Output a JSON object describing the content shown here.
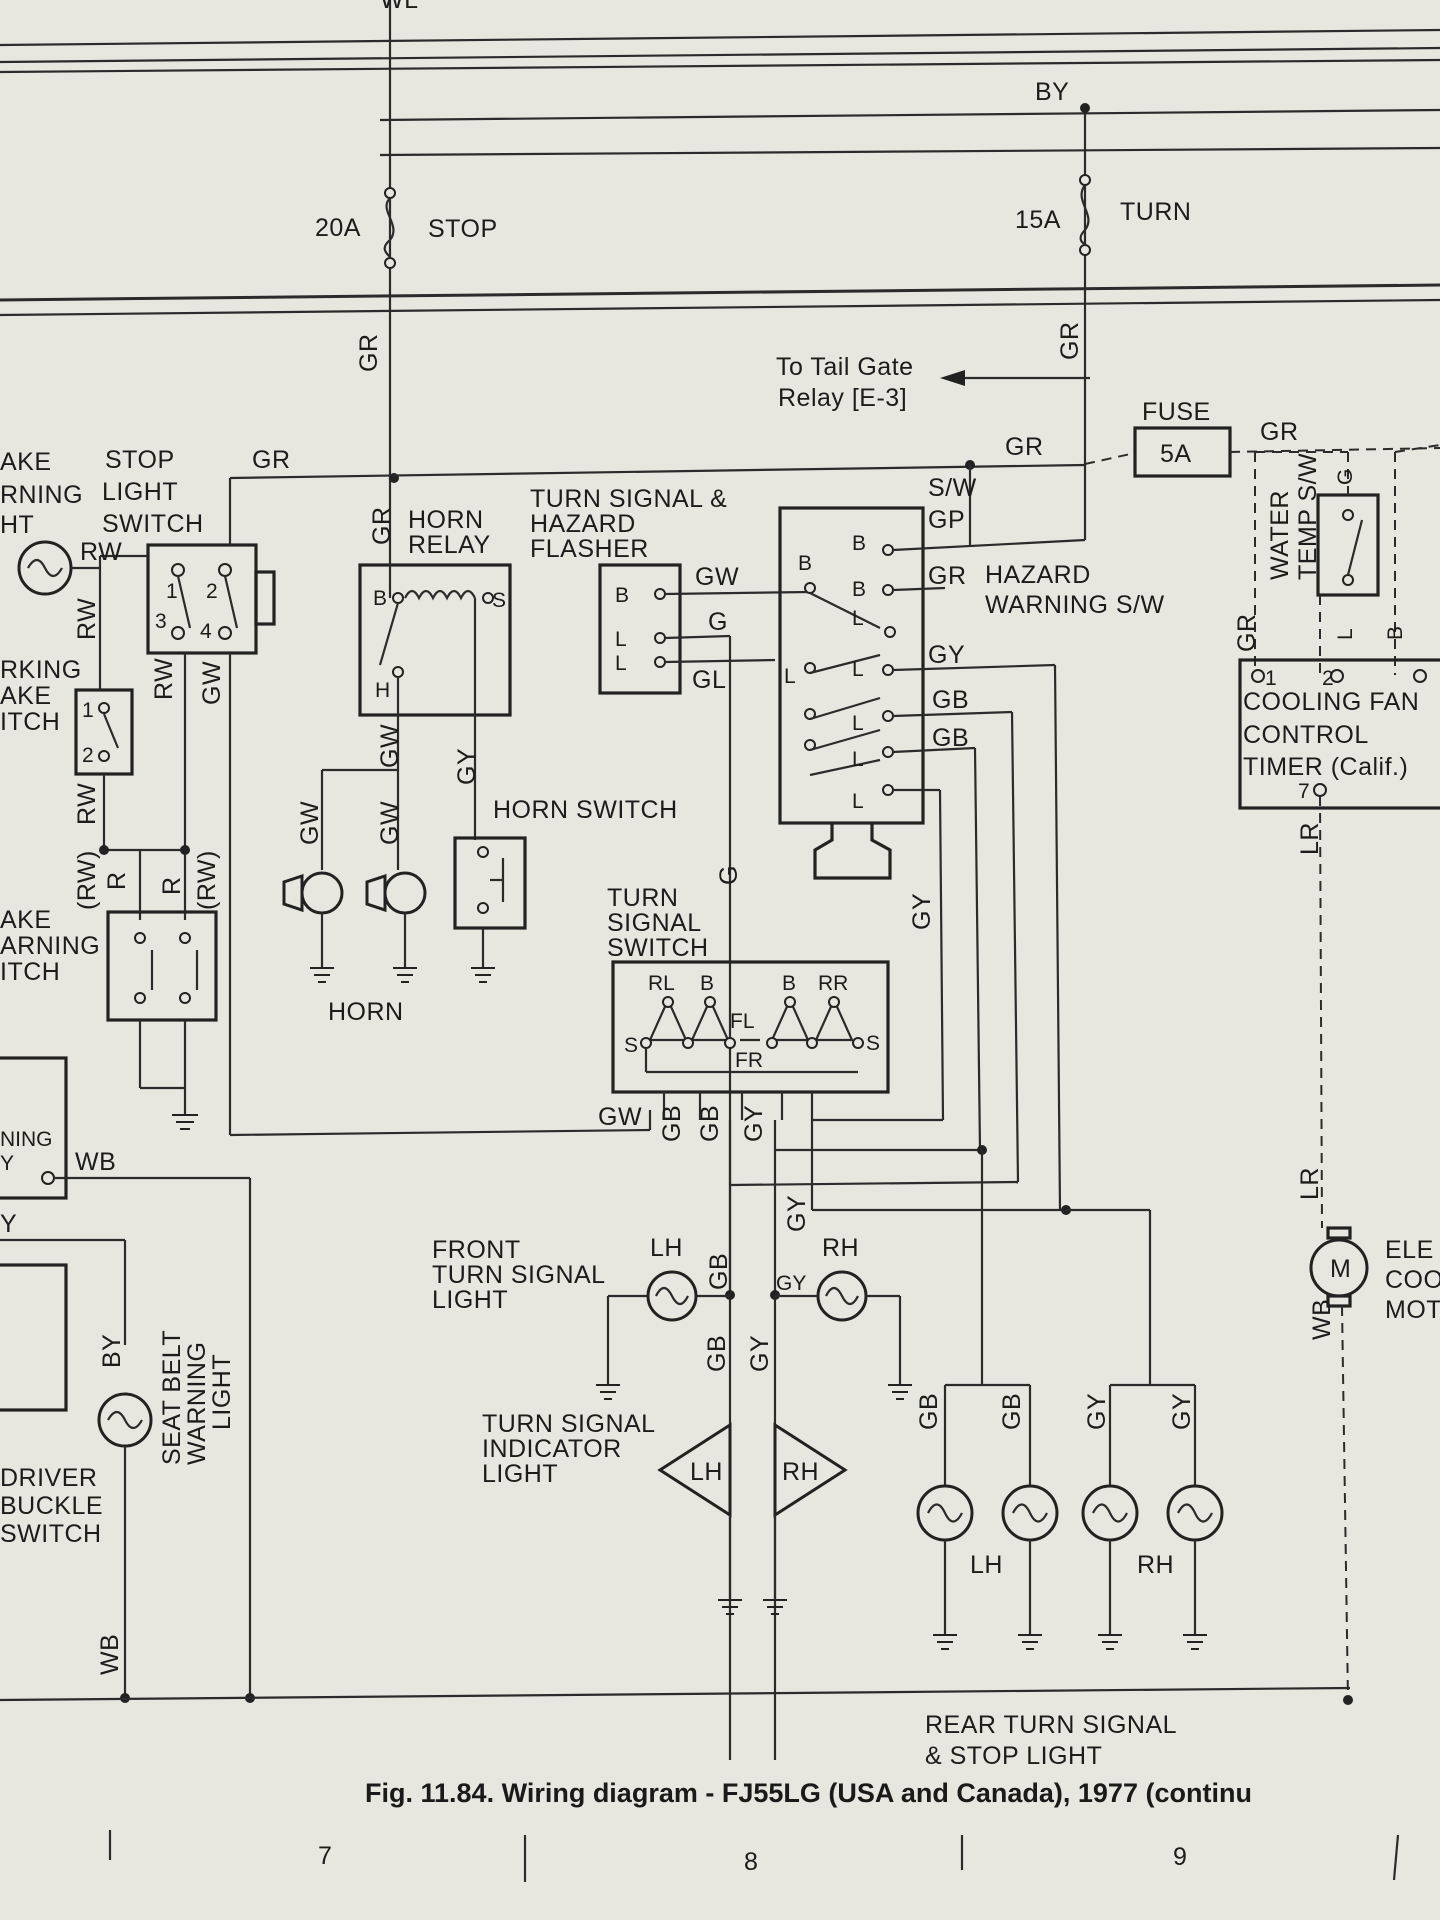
{
  "labels": {
    "wl": "WL",
    "by_top": "BY",
    "fuse_20a": "20A",
    "stop": "STOP",
    "fuse_15a": "15A",
    "turn": "TURN",
    "gr1": "GR",
    "gr2": "GR",
    "to_tail_gate_1": "To Tail Gate",
    "to_tail_gate_2": "Relay [E-3]",
    "fuse_box": "FUSE",
    "fuse_5a": "5A",
    "gr_right": "GR",
    "gr_mid": "GR",
    "gr_left": "GR",
    "sw_label": "S/W",
    "gp": "GP",
    "gr_hz": "GR",
    "hazard_1": "HAZARD",
    "hazard_2": "WARNING S/W",
    "flasher_1": "TURN SIGNAL &",
    "flasher_2": "HAZARD",
    "flasher_3": "FLASHER",
    "horn_relay_1": "HORN",
    "horn_relay_2": "RELAY",
    "stop_sw_1": "STOP",
    "stop_sw_2": "LIGHT",
    "stop_sw_3": "SWITCH",
    "brake_1": "AKE",
    "brake_2": "RNING",
    "brake_3": "HT",
    "parking_1": "RKING",
    "parking_2": "AKE",
    "parking_3": "ITCH",
    "brake_sw_1": "AKE",
    "brake_sw_2": "ARNING",
    "brake_sw_3": "ITCH",
    "warning_1": "NING",
    "warning_2": "Y",
    "rw1": "RW",
    "rw2": "RW",
    "rw3": "RW",
    "rw4": "RW",
    "gw1": "GW",
    "rw_paren1": "(RW)",
    "rw_paren2": "(RW)",
    "r1": "R",
    "r2": "R",
    "t1": "1",
    "t2": "2",
    "t3": "3",
    "t4": "4",
    "p1": "1",
    "p2": "2",
    "gr_hr": "GR",
    "gw_hr": "GW",
    "gy_hr": "GY",
    "gw_h1": "GW",
    "gw_h2": "GW",
    "horn_switch": "HORN SWITCH",
    "horn": "HORN",
    "b_rel": "B",
    "s_rel": "S",
    "h_rel": "H",
    "b_fl": "B",
    "l2_fl": "L",
    "l1_fl": "L",
    "gw_fl": "GW",
    "g_fl": "G",
    "gl_fl": "GL",
    "b_hz": "B",
    "b1_hz": "B",
    "b2_hz": "B",
    "l2_hz": "L",
    "l1_hz": "L",
    "l2b_hz": "L",
    "l3_hz": "L",
    "l4_hz": "L",
    "l5_hz": "L",
    "gy_hz": "GY",
    "gb_hz1": "GB",
    "gb_hz2": "GB",
    "gy_v": "GY",
    "g_v": "G",
    "tss_1": "TURN",
    "tss_2": "SIGNAL",
    "tss_3": "SWITCH",
    "rl": "RL",
    "b_t1": "B",
    "b_t2": "B",
    "rr": "RR",
    "fl": "FL",
    "fr": "FR",
    "s_t1": "S",
    "s_t2": "S",
    "gw_t": "GW",
    "gb_t1": "GB",
    "gb_t2": "GB",
    "gy_t": "GY",
    "gy_t2": "GY",
    "front_1": "FRONT",
    "front_2": "TURN SIGNAL",
    "front_3": "LIGHT",
    "lh_f": "LH",
    "rh_f": "RH",
    "gb_f": "GB",
    "gy_f": "GY",
    "gb_f2": "GB",
    "gy_f2": "GY",
    "ind_1": "TURN SIGNAL",
    "ind_2": "INDICATOR",
    "ind_3": "LIGHT",
    "ind_lh": "LH",
    "ind_rh": "RH",
    "gb_r1": "GB",
    "gb_r2": "GB",
    "gy_r1": "GY",
    "gy_r2": "GY",
    "lh_r": "LH",
    "rh_r": "RH",
    "rear_1": "REAR TURN SIGNAL",
    "rear_2": "& STOP LIGHT",
    "water_1": "WATER",
    "water_2": "TEMP S/W",
    "gr_wt": "GR",
    "g_wt": "G",
    "l_wt": "L",
    "b_wt": "B",
    "cool_1": "COOLING FAN",
    "cool_2": "CONTROL",
    "cool_3": "TIMER (Calif.)",
    "c1": "1",
    "c2": "2",
    "c7": "7",
    "lr1": "LR",
    "lr2": "LR",
    "m": "M",
    "wb_m": "WB",
    "ele_1": "ELE",
    "ele_2": "COO",
    "ele_3": "MOT",
    "wb1": "WB",
    "wb2": "WB",
    "by_sb": "BY",
    "sb_1": "SEAT BELT",
    "sb_2": "WARNING",
    "sb_3": "LIGHT",
    "drv_1": "DRIVER",
    "drv_2": "BUCKLE",
    "drv_3": "SWITCH",
    "y": "Y",
    "caption": "Fig. 11.84. Wiring diagram - FJ55LG (USA and Canada), 1977 (continu",
    "col7": "7",
    "col8": "8",
    "col9": "9"
  }
}
